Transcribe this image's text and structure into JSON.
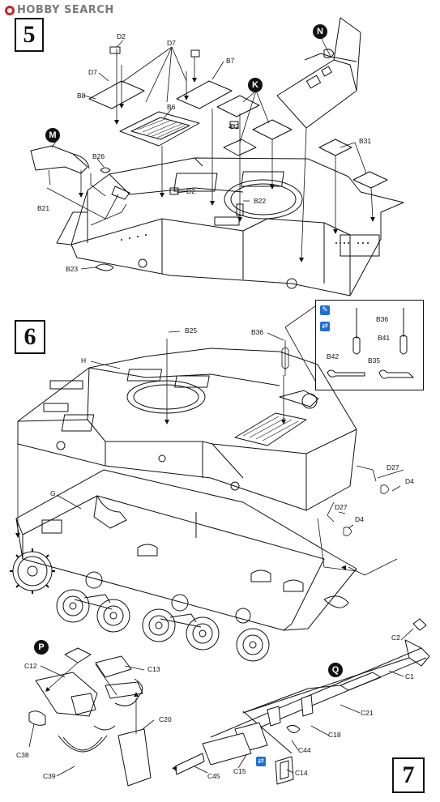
{
  "watermark": {
    "text": "HOBBY SEARCH"
  },
  "steps": {
    "s5": "5",
    "s6": "6",
    "s7": "7"
  },
  "callouts": {
    "M": "M",
    "N": "N",
    "K": "K",
    "P": "P",
    "Q": "Q"
  },
  "parts": {
    "D2_a": "D2",
    "D7_a": "D7",
    "D7_b": "D7",
    "B7": "B7",
    "B8": "B8",
    "B6": "B6",
    "D2_b": "D2",
    "D2_c": "D2",
    "B26": "B26",
    "B21": "B21",
    "B31": "B31",
    "B22": "B22",
    "B23": "B23",
    "B25": "B25",
    "B36_main": "B36",
    "H": "H",
    "G": "G",
    "D27_a": "D27",
    "D4_a": "D4",
    "D27_b": "D27",
    "D4_b": "D4",
    "B36_inset": "B36",
    "B41": "B41",
    "B42": "B42",
    "B35": "B35",
    "C12": "C12",
    "C13": "C13",
    "C38": "C38",
    "C39": "C39",
    "C20": "C20",
    "C2": "C2",
    "C1": "C1",
    "C21": "C21",
    "C18": "C18",
    "C44": "C44",
    "C15": "C15",
    "C45": "C45",
    "C14": "C14"
  },
  "icons": {
    "inset_top": "glue-icon",
    "inset_bottom": "two-options-icon",
    "step7_option": "two-options-icon"
  },
  "colors": {
    "line": "#111111",
    "option_icon": "#1e6fd0",
    "watermark_logo": "#c62828"
  }
}
